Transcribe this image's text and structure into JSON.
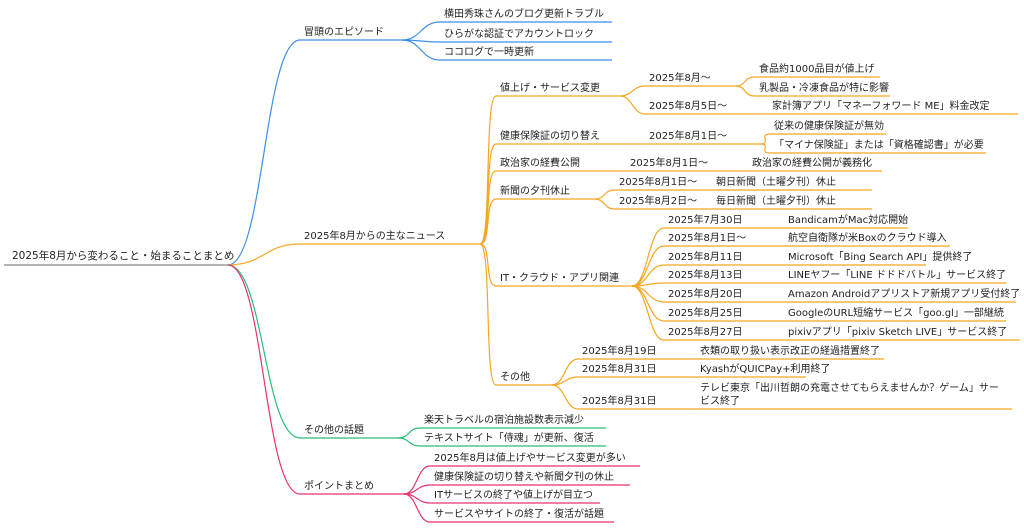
{
  "root": "2025年8月から変わること・始まることまとめ",
  "colors": {
    "blue": "#3d8fe3",
    "orange": "#f5a623",
    "green": "#27bf74",
    "pink": "#e8336e"
  },
  "b1": {
    "label": "冒頭のエピソード",
    "items": [
      "横田秀珠さんのブログ更新トラブル",
      "ひらがな認証でアカウントロック",
      "ココログで一時更新"
    ]
  },
  "b2": {
    "label": "2025年8月からの主なニュース",
    "price": {
      "label": "値上げ・サービス変更",
      "d1": "2025年8月〜",
      "d1_items": [
        "食品約1000品目が値上げ",
        "乳製品・冷凍食品が特に影響"
      ],
      "d2": "2025年8月5日〜",
      "d2_item": "家計簿アプリ「マネーフォワード ME」料金改定"
    },
    "insurance": {
      "label": "健康保険証の切り替え",
      "d": "2025年8月1日〜",
      "items": [
        "従来の健康保険証が無効",
        "「マイナ保険証」または「資格確認書」が必要"
      ]
    },
    "politics": {
      "label": "政治家の経費公開",
      "d": "2025年8月1日〜",
      "item": "政治家の経費公開が義務化"
    },
    "newspaper": {
      "label": "新聞の夕刊休止",
      "rows": [
        {
          "d": "2025年8月1日〜",
          "item": "朝日新聞（土曜夕刊）休止"
        },
        {
          "d": "2025年8月2日〜",
          "item": "毎日新聞（土曜夕刊）休止"
        }
      ]
    },
    "it": {
      "label": "IT・クラウド・アプリ関連",
      "rows": [
        {
          "d": "2025年7月30日",
          "item": "BandicamがMac対応開始"
        },
        {
          "d": "2025年8月1日〜",
          "item": "航空自衛隊が米Boxのクラウド導入"
        },
        {
          "d": "2025年8月11日",
          "item": "Microsoft「Bing Search API」提供終了"
        },
        {
          "d": "2025年8月13日",
          "item": "LINEヤフー「LINE ドドドバトル」サービス終了"
        },
        {
          "d": "2025年8月20日",
          "item": "Amazon Androidアプリストア新規アプリ受付終了"
        },
        {
          "d": "2025年8月25日",
          "item": "GoogleのURL短縮サービス「goo.gl」一部継続"
        },
        {
          "d": "2025年8月27日",
          "item": "pixivアプリ「pixiv Sketch LIVE」サービス終了"
        }
      ]
    },
    "other": {
      "label": "その他",
      "rows": [
        {
          "d": "2025年8月19日",
          "item": "衣類の取り扱い表示改正の経過措置終了"
        },
        {
          "d": "2025年8月31日",
          "item": "KyashがQUICPay+利用終了"
        },
        {
          "d": "2025年8月31日",
          "item": "テレビ東京「出川哲朗の充電させてもらえませんか？ゲーム」サービス終了"
        }
      ]
    }
  },
  "b3": {
    "label": "その他の話題",
    "items": [
      "楽天トラベルの宿泊施設数表示減少",
      "テキストサイト「侍魂」が更新、復活"
    ]
  },
  "b4": {
    "label": "ポイントまとめ",
    "items": [
      "2025年8月は値上げやサービス変更が多い",
      "健康保険証の切り替えや新聞夕刊の休止",
      "ITサービスの終了や値上げが目立つ",
      "サービスやサイトの終了・復活が話題"
    ]
  }
}
